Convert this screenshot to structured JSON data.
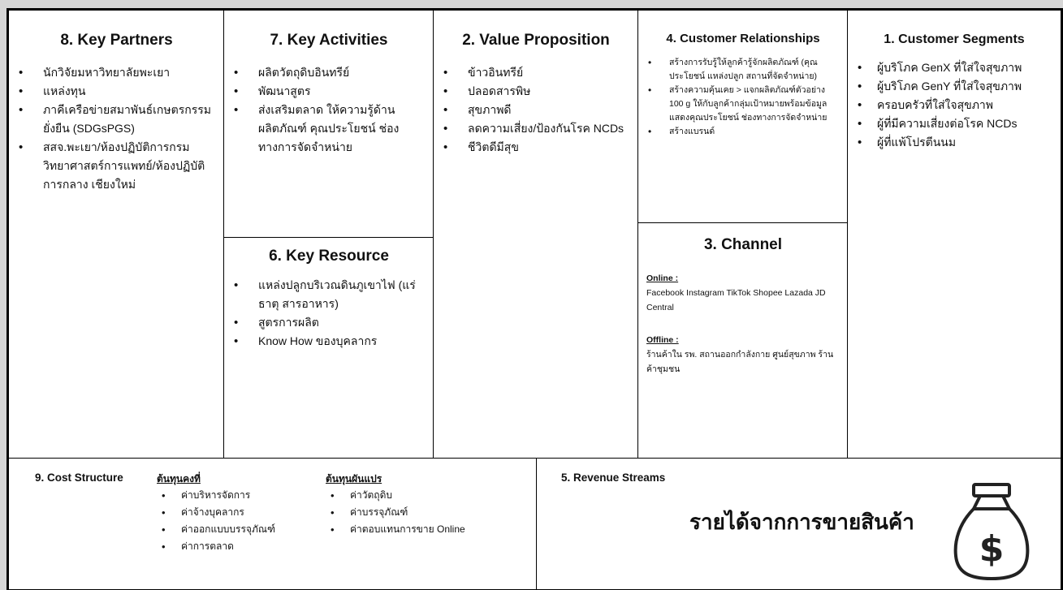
{
  "key_partners": {
    "title": "8. Key Partners",
    "items": [
      "นักวิจัยมหาวิทยาลัยพะเยา",
      "แหล่งทุน",
      "ภาคีเครือข่ายสมาพันธ์เกษตรกรรมยั่งยืน (SDGsPGS)",
      "สสจ.พะเยา/ห้องปฏิบัติการกรมวิทยาศาสตร์การแพทย์/ห้องปฏิบัติการกลาง เชียงใหม่"
    ]
  },
  "key_activities": {
    "title": "7. Key Activities",
    "items": [
      "ผลิตวัตถุดิบอินทรีย์",
      "พัฒนาสูตร",
      "ส่งเสริมตลาด ให้ความรู้ด้านผลิตภัณฑ์ คุณประโยชน์ ช่องทางการจัดจำหน่าย"
    ]
  },
  "key_resource": {
    "title": "6. Key Resource",
    "items": [
      "แหล่งปลูกบริเวณดินภูเขาไฟ (แร่ธาตุ สารอาหาร)",
      "สูตรการผลิต",
      "Know How ของบุคลากร"
    ]
  },
  "value_proposition": {
    "title": "2. Value Proposition",
    "items": [
      "ข้าวอินทรีย์",
      "ปลอดสารพิษ",
      "สุขภาพดี",
      "ลดความเสี่ยง/ป้องกันโรค NCDs",
      "ชีวิตดีมีสุข"
    ]
  },
  "customer_relationships": {
    "title": "4. Customer Relationships",
    "items": [
      "สร้างการรับรู้ให้ลูกค้ารู้จักผลิตภัณฑ์ (คุณประโยชน์ แหล่งปลูก สถานที่จัดจำหน่าย)",
      "สร้างความคุ้นเคย > แจกผลิตภัณฑ์ตัวอย่าง 100 g ให้กับลูกค้ากลุ่มเป้าหมายพร้อมข้อมูลแสดงคุณประโยชน์ ช่องทางการจัดจำหน่าย",
      "สร้างแบรนด์"
    ]
  },
  "channel": {
    "title": "3. Channel",
    "online_label": "Online :",
    "online_text": "Facebook Instagram TikTok Shopee Lazada JD Central",
    "offline_label": "Offline :",
    "offline_text": "ร้านค้าใน รพ. สถานออกกำลังกาย ศูนย์สุขภาพ ร้านค้าชุมชน"
  },
  "customer_segments": {
    "title": "1. Customer Segments",
    "items": [
      "ผู้บริโภค GenX ที่ใส่ใจสุขภาพ",
      "ผู้บริโภค GenY ที่ใส่ใจสุขภาพ",
      "ครอบครัวที่ใส่ใจสุขภาพ",
      "ผู้ที่มีความเสี่ยงต่อโรค NCDs",
      "ผู้ที่แพ้โปรตีนนม"
    ]
  },
  "cost_structure": {
    "title": "9. Cost Structure",
    "fixed_label": "ต้นทุนคงที่",
    "fixed_items": [
      "ค่าบริหารจัดการ",
      "ค่าจ้างบุคลากร",
      "ค่าออกแบบบรรจุภัณฑ์",
      "ค่าการตลาด"
    ],
    "variable_label": "ต้นทุนผันแปร",
    "variable_items": [
      "ค่าวัตถุดิบ",
      "ค่าบรรจุภัณฑ์",
      "ค่าตอบแทนการขาย Online"
    ]
  },
  "revenue_streams": {
    "title": "5. Revenue Streams",
    "main_text": "รายได้จากการขายสินค้า",
    "icon": "money-bag-icon",
    "icon_symbol": "$"
  }
}
